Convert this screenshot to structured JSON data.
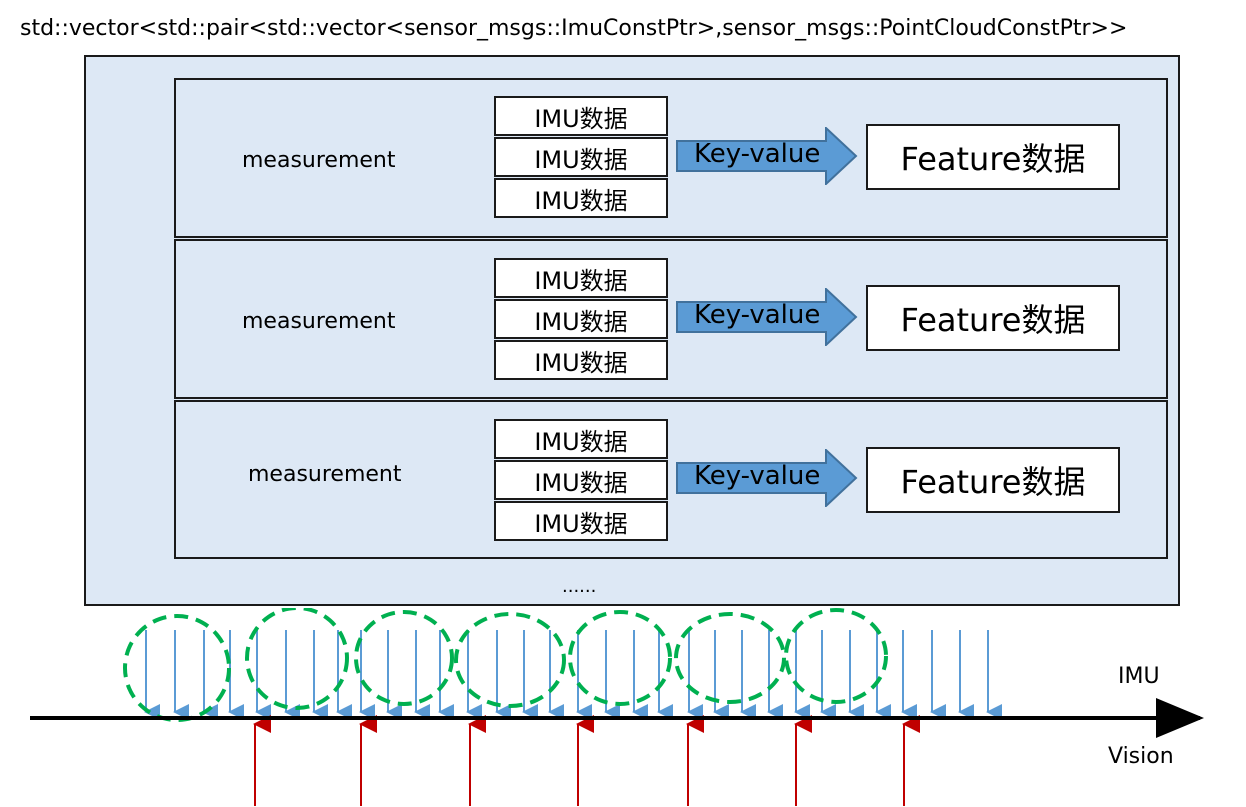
{
  "title": "std::vector<std::pair<std::vector<sensor_msgs::ImuConstPtr>,sensor_msgs::PointCloudConstPtr>>",
  "measurements": [
    {
      "label": "measurement",
      "imu": [
        "IMU数据",
        "IMU数据",
        "IMU数据"
      ],
      "arrow": "Key-value",
      "feature": "Feature数据"
    },
    {
      "label": "measurement",
      "imu": [
        "IMU数据",
        "IMU数据",
        "IMU数据"
      ],
      "arrow": "Key-value",
      "feature": "Feature数据"
    },
    {
      "label": "measurement",
      "imu": [
        "IMU数据",
        "IMU数据",
        "IMU数据"
      ],
      "arrow": "Key-value",
      "feature": "Feature数据"
    }
  ],
  "ellipsis": "......",
  "timeline": {
    "imu_label": "IMU",
    "vision_label": "Vision",
    "colors": {
      "imu_arrow": "#5b9bd5",
      "vision_arrow": "#c00000",
      "group_circle": "#00b050",
      "axis": "#000000",
      "kv_fill": "#5b9bd5"
    }
  }
}
